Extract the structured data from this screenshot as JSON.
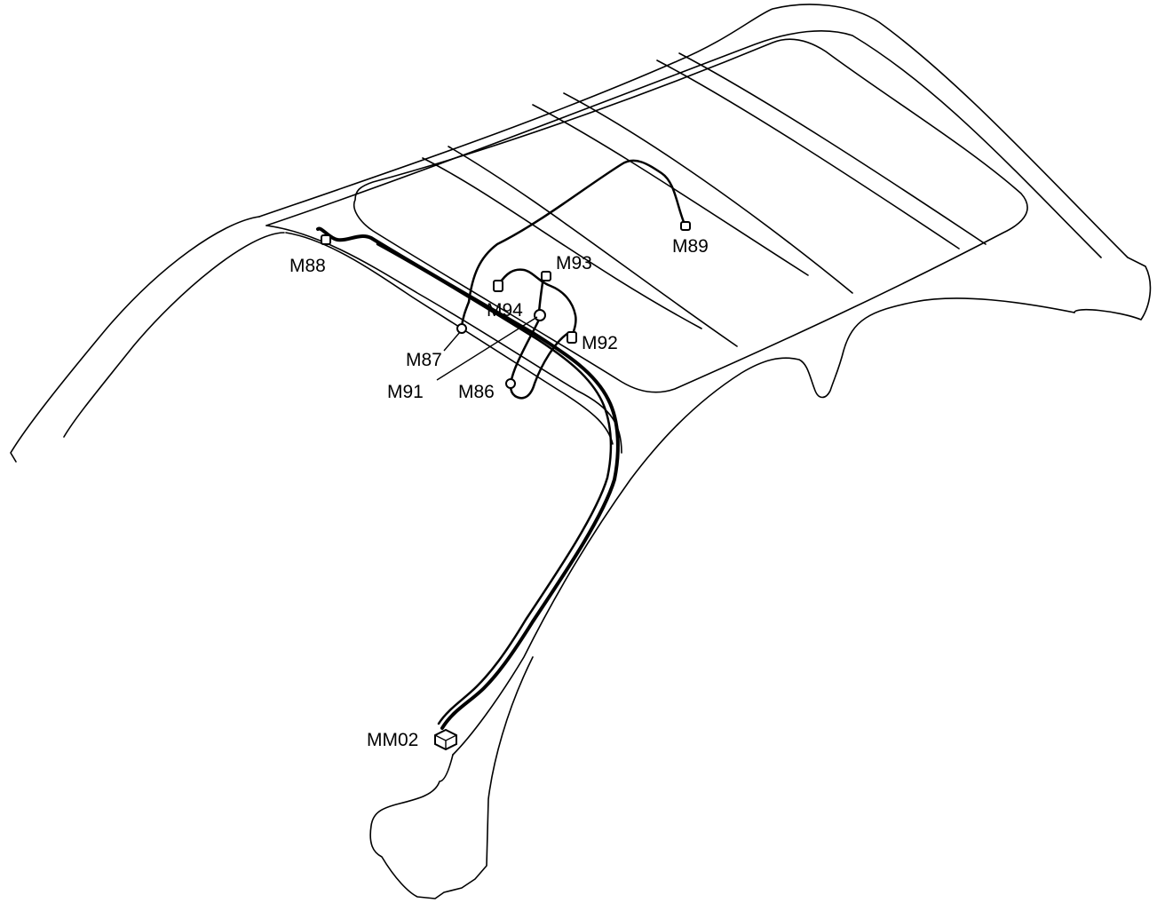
{
  "diagram": {
    "connectors": [
      {
        "id": "m88",
        "label": "M88"
      },
      {
        "id": "m89",
        "label": "M89"
      },
      {
        "id": "m93",
        "label": "M93"
      },
      {
        "id": "m94",
        "label": "M94"
      },
      {
        "id": "m92",
        "label": "M92"
      },
      {
        "id": "m87",
        "label": "M87"
      },
      {
        "id": "m91",
        "label": "M91"
      },
      {
        "id": "m86",
        "label": "M86"
      },
      {
        "id": "mm02",
        "label": "MM02"
      }
    ]
  },
  "colors": {
    "line": "#000000",
    "background": "#ffffff"
  }
}
